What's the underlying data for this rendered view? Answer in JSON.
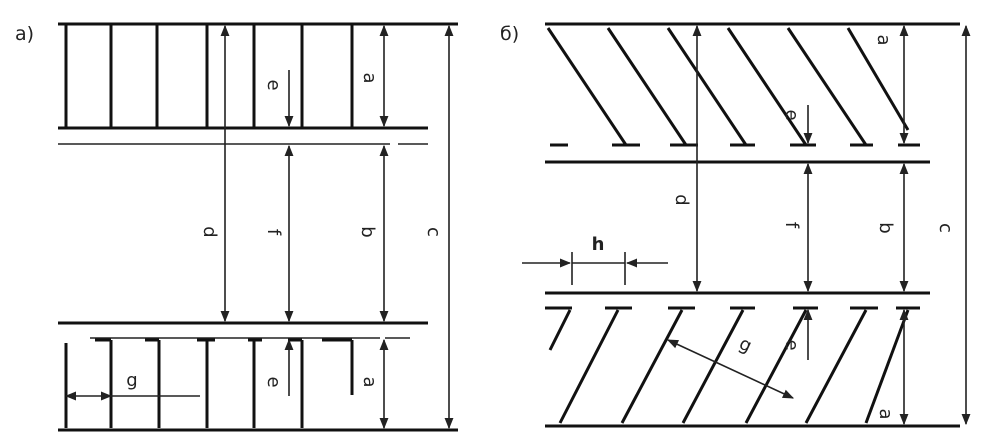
{
  "panels": {
    "a": {
      "label": "a)",
      "dims": {
        "a_top": "a",
        "e_top": "e",
        "d": "d",
        "f": "f",
        "b": "b",
        "c": "c",
        "e_bottom": "e",
        "a_bottom": "a",
        "g": "g"
      }
    },
    "b": {
      "label": "б)",
      "dims": {
        "a_top": "a",
        "e_top": "e",
        "d": "d",
        "f": "f",
        "b": "b",
        "c": "c",
        "e_bottom": "e",
        "a_bottom": "a",
        "g": "g",
        "h": "h"
      }
    }
  }
}
